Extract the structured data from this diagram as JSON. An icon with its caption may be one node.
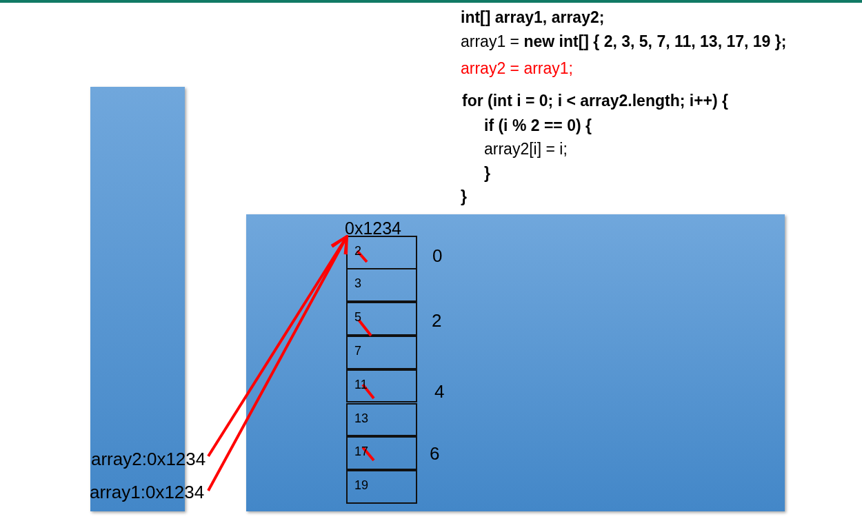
{
  "diagram": {
    "nodes": [
      {
        "text": [],
        "shape": "box"
      },
      {
        "text": [],
        "shape": "box"
      },
      {
        "text": [
          "array2:0x1234"
        ]
      },
      {
        "text": [
          "array1:0x1234"
        ]
      },
      {
        "text": [
          "0x1234"
        ],
        "in": 1
      },
      {
        "text": [
          "2"
        ],
        "in": 4
      },
      {
        "text": [
          "3"
        ],
        "in": 4
      },
      {
        "text": [
          "5"
        ],
        "in": 4
      },
      {
        "text": [
          "7"
        ],
        "in": 4
      },
      {
        "text": [
          "11"
        ],
        "in": 4
      },
      {
        "text": [
          "13"
        ],
        "in": 4
      },
      {
        "text": [
          "17"
        ],
        "in": 4
      },
      {
        "text": [
          "19"
        ],
        "in": 4
      }
    ],
    "edges": [
      {
        "from": 2,
        "to": 4,
        "arrow": "to"
      },
      {
        "from": 3,
        "to": 4,
        "arrow": "to"
      }
    ],
    "labels": [
      "int[] array1, array2;",
      "array1 = **new int[] { 2, 3, 5, 7, 11, 13, 17, 19 };**",
      "array2 = array1;",
      "for (int i = 0; i < array2.length; i++) {",
      "if (i % 2 == 0) {",
      "array2[i] = i;",
      "}",
      "}",
      "0",
      "2",
      "4",
      "6"
    ]
  }
}
